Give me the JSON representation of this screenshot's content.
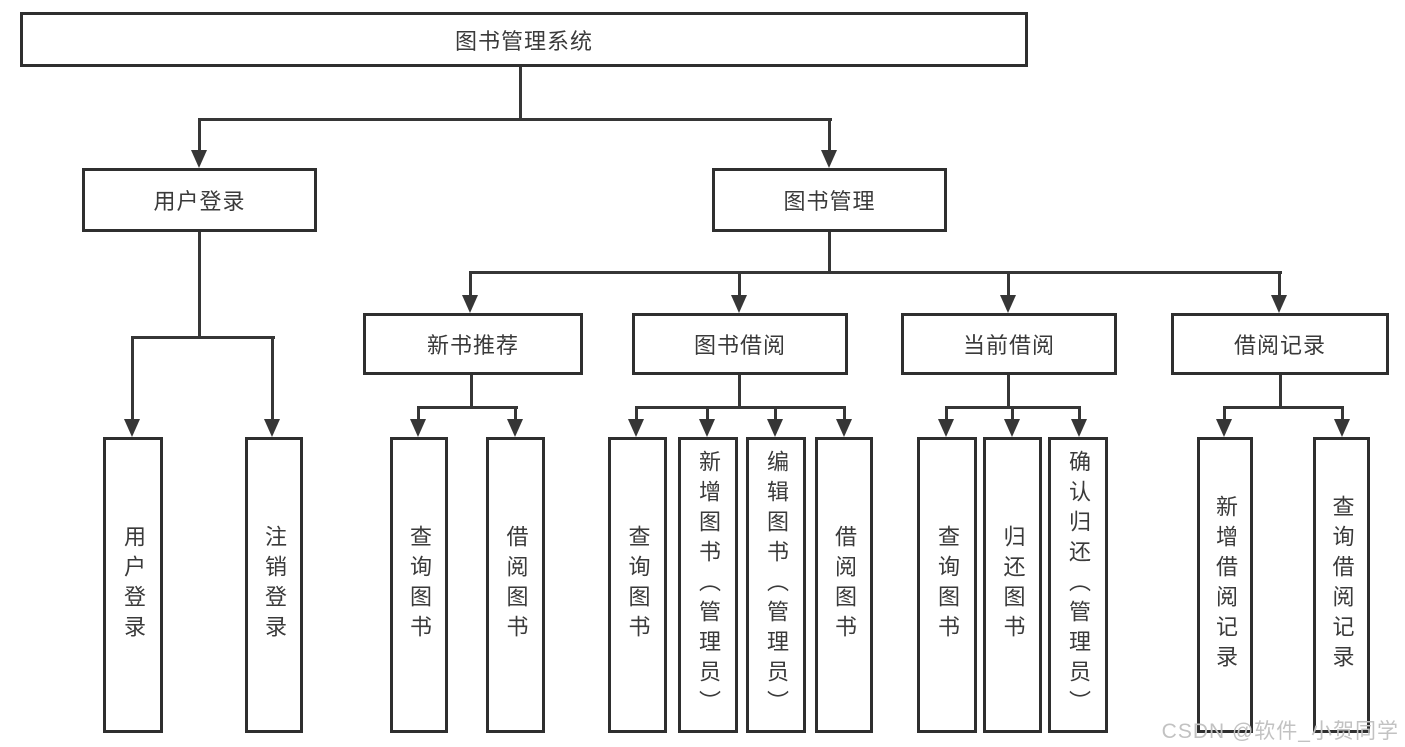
{
  "tree": {
    "root": "图书管理系统",
    "branches": [
      {
        "label": "用户登录",
        "children": [
          "用户登录",
          "注销登录"
        ]
      },
      {
        "label": "图书管理",
        "groups": [
          {
            "label": "新书推荐",
            "children": [
              "查询图书",
              "借阅图书"
            ]
          },
          {
            "label": "图书借阅",
            "children": [
              "查询图书",
              "新增图书（管理员）",
              "编辑图书（管理员）",
              "借阅图书"
            ]
          },
          {
            "label": "当前借阅",
            "children": [
              "查询图书",
              "归还图书",
              "确认归还（管理员）"
            ]
          },
          {
            "label": "借阅记录",
            "children": [
              "新增借阅记录",
              "查询借阅记录"
            ]
          }
        ]
      }
    ]
  },
  "watermark": {
    "text": "CSDN @软件_小贺同学"
  },
  "colors": {
    "line": "#363636",
    "border": "#2f2f2f",
    "text": "#3a3a3a",
    "background": "#ffffff",
    "watermark": "#c2c2c2"
  }
}
